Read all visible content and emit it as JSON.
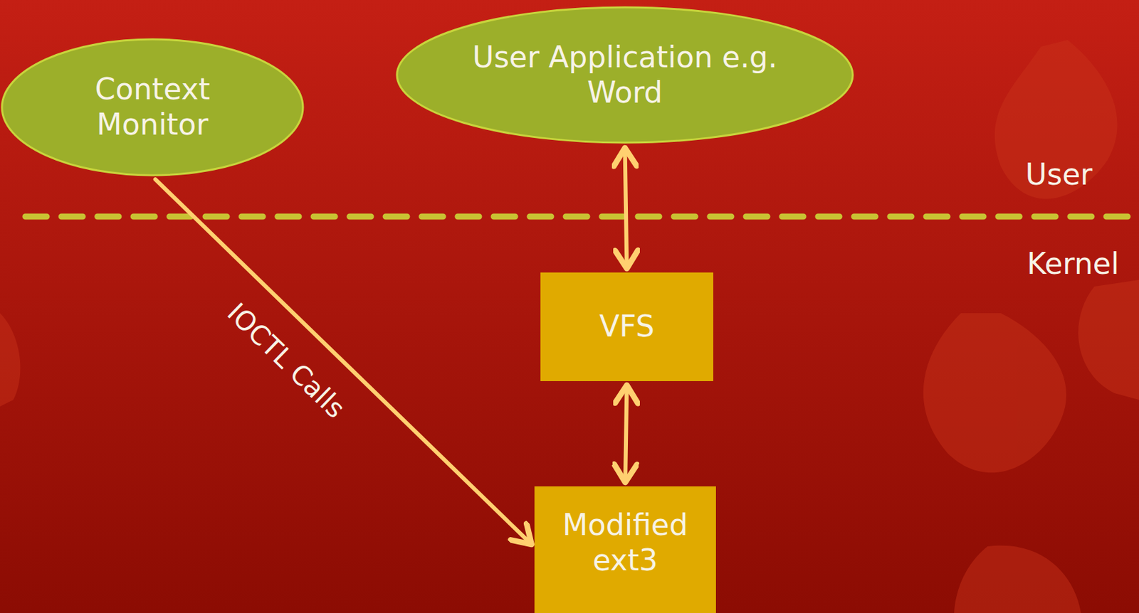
{
  "diagram": {
    "nodes": [
      {
        "text": [
          "Context Monitor"
        ]
      },
      {
        "text": [
          "User Application e.g. Word"
        ]
      },
      {
        "text": [
          "VFS"
        ]
      },
      {
        "text": [
          "Modified ext3"
        ]
      }
    ],
    "edges": [
      {
        "from": 0,
        "to": 3,
        "label": "IOCTL Calls",
        "arrow": "to"
      },
      {
        "from": 1,
        "to": 2,
        "arrow": "both"
      },
      {
        "from": 2,
        "to": 3,
        "arrow": "both"
      }
    ],
    "labels": [
      "User",
      "Kernel"
    ]
  }
}
